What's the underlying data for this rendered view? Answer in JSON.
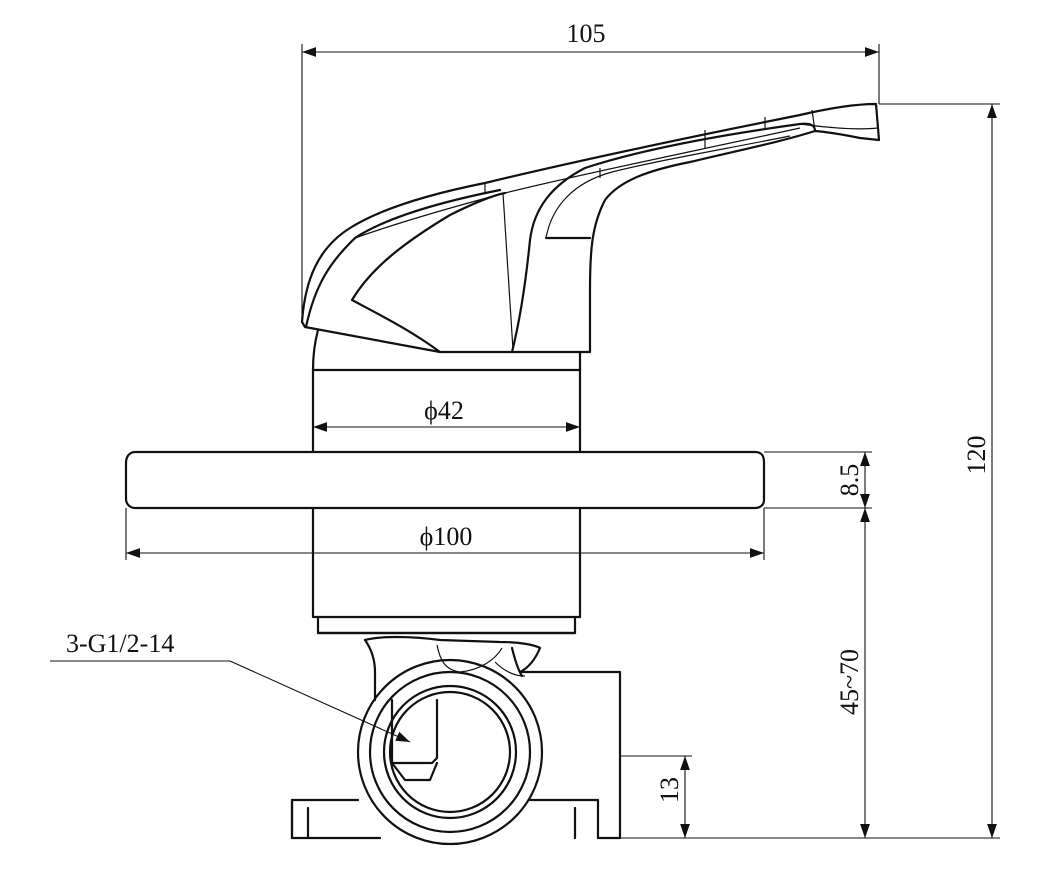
{
  "dimensions": {
    "width_top": "105",
    "height_total": "120",
    "trim_thickness": "8.5",
    "body_diameter": "ϕ42",
    "trim_diameter": "ϕ100",
    "install_depth": "45~70",
    "base_height": "13"
  },
  "callouts": {
    "thread_spec": "3-G1/2-14"
  },
  "colors": {
    "line": "#111111",
    "background": "#ffffff"
  }
}
